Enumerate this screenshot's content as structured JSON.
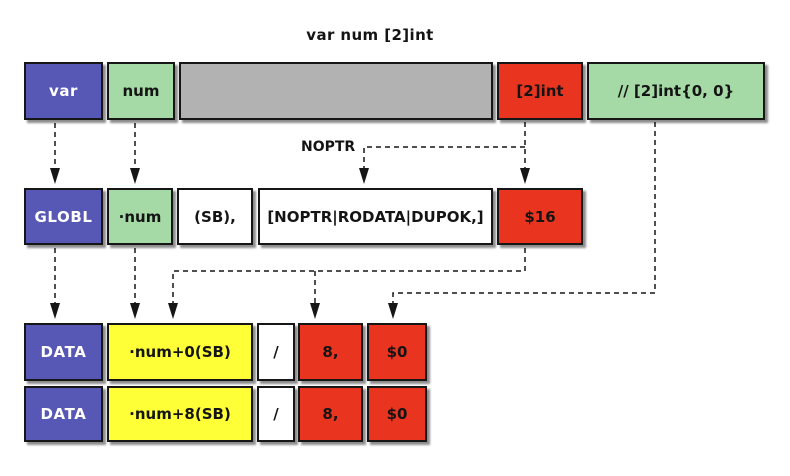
{
  "title": "var num [2]int",
  "annotations": {
    "noptr_label": "NOPTR"
  },
  "colors": {
    "keyword_blue": "#5757b5",
    "symbol_green": "#a5d9a5",
    "placeholder_gray": "#b2b2b2",
    "size_red": "#e93420",
    "address_yellow": "#ffff38",
    "operand_white": "#ffffff",
    "line_black": "#161616"
  },
  "rows": [
    {
      "name": "go-source",
      "cells": [
        {
          "label": "var",
          "color": "blue"
        },
        {
          "label": "num",
          "color": "green"
        },
        {
          "label": "",
          "color": "gray"
        },
        {
          "label": "[2]int",
          "color": "red"
        },
        {
          "label": "// [2]int{0, 0}",
          "color": "green"
        }
      ]
    },
    {
      "name": "globl-directive",
      "cells": [
        {
          "label": "GLOBL",
          "color": "blue"
        },
        {
          "label": "·num",
          "color": "green"
        },
        {
          "label": "(SB),",
          "color": "white"
        },
        {
          "label": "[NOPTR|RODATA|DUPOK,]",
          "color": "white"
        },
        {
          "label": "$16",
          "color": "red"
        }
      ]
    },
    {
      "name": "data-directive-1",
      "cells": [
        {
          "label": "DATA",
          "color": "blue"
        },
        {
          "label": "·num+0(SB)",
          "color": "yellow"
        },
        {
          "label": "/",
          "color": "white"
        },
        {
          "label": "8,",
          "color": "red"
        },
        {
          "label": "$0",
          "color": "red"
        }
      ]
    },
    {
      "name": "data-directive-2",
      "cells": [
        {
          "label": "DATA",
          "color": "blue"
        },
        {
          "label": "·num+8(SB)",
          "color": "yellow"
        },
        {
          "label": "/",
          "color": "white"
        },
        {
          "label": "8,",
          "color": "red"
        },
        {
          "label": "$0",
          "color": "red"
        }
      ]
    }
  ]
}
